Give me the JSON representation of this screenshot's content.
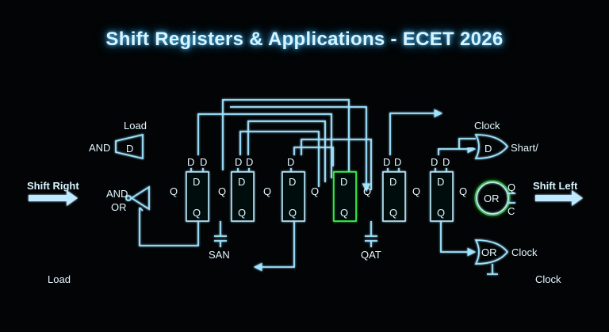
{
  "title": "Shift Registers & Applications - ECET 2026",
  "left_label": "Shift Right",
  "right_label": "Shift Left",
  "labels": {
    "load_top": "Load",
    "and_top": "AND",
    "and_mid": "AND",
    "or_mid": "OR",
    "d": "D",
    "q": "Q",
    "san": "SAN",
    "qat": "QAT",
    "load_bottom": "Load",
    "clock_bottom": "Clock",
    "clock_top": "Clock",
    "shart": "Shart/",
    "or_gate": "OR",
    "or_low": "OR",
    "clock_low": "Clock",
    "c": "C"
  },
  "colors": {
    "wire": "#9fe3ff",
    "highlight": "#3dff4a",
    "title_glow": "#4fc3ff"
  }
}
